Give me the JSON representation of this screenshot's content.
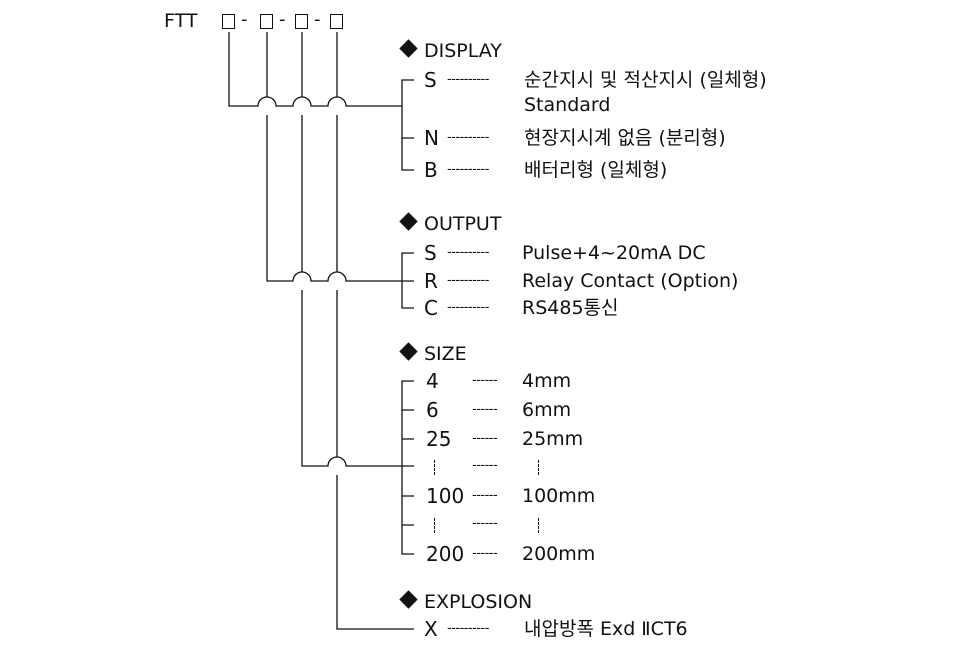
{
  "model": {
    "prefix": "FTT",
    "separator": "-"
  },
  "sections": {
    "display": {
      "title": "DISPLAY",
      "options": [
        {
          "code": "S",
          "dashes": "----------",
          "desc": "순간지시 및 적산지시 (일체형)",
          "note": "Standard"
        },
        {
          "code": "N",
          "dashes": "----------",
          "desc": "현장지시계 없음 (분리형)"
        },
        {
          "code": "B",
          "dashes": "----------",
          "desc": "배터리형 (일체형)"
        }
      ]
    },
    "output": {
      "title": "OUTPUT",
      "options": [
        {
          "code": "S",
          "dashes": "----------",
          "desc": "Pulse+4~20mA DC"
        },
        {
          "code": "R",
          "dashes": "----------",
          "desc": "Relay Contact (Option)"
        },
        {
          "code": "C",
          "dashes": "----------",
          "desc": "RS485통신"
        }
      ]
    },
    "size": {
      "title": "SIZE",
      "options": [
        {
          "code": "4",
          "dashes": "------",
          "desc": "4mm"
        },
        {
          "code": "6",
          "dashes": "------",
          "desc": "6mm"
        },
        {
          "code": "25",
          "dashes": "------",
          "desc": "25mm"
        },
        {
          "code": "100",
          "dashes": "------",
          "desc": "100mm"
        },
        {
          "code": "200",
          "dashes": "------",
          "desc": "200mm"
        }
      ],
      "ellipsis_dashes": "------"
    },
    "explosion": {
      "title": "EXPLOSION",
      "options": [
        {
          "code": "X",
          "dashes": "----------",
          "desc": "내압방폭 Exd ⅡCT6"
        }
      ]
    }
  }
}
